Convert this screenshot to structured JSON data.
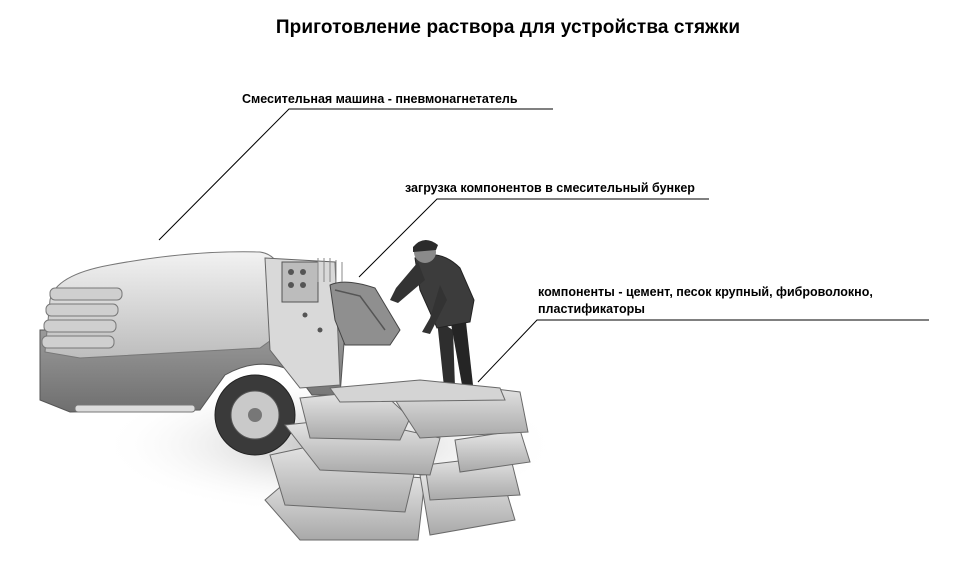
{
  "title": "Приготовление раствора для устройства стяжки",
  "labels": {
    "machine": "Смесительная машина - пневмонагнетатель",
    "loading": "загрузка компонентов в смесительный бункер",
    "components_line1": "компоненты - цемент, песок крупный, фиброволокно,",
    "components_line2": "пластификаторы"
  },
  "colors": {
    "text": "#000000",
    "leader_line": "#000000",
    "background": "#ffffff"
  }
}
